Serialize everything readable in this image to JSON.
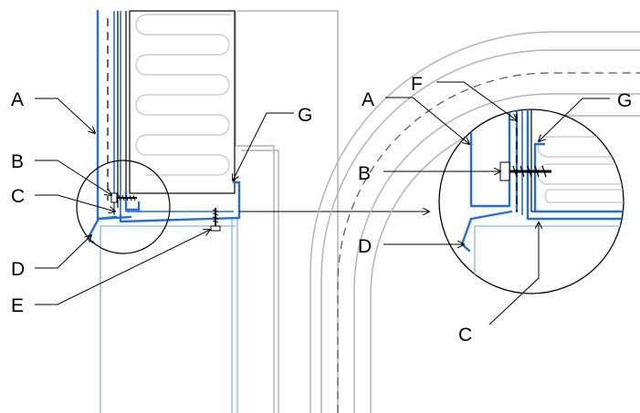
{
  "callouts_left": [
    "A",
    "B",
    "C",
    "D",
    "E",
    "G"
  ],
  "callouts_right": [
    "A",
    "F",
    "G",
    "B",
    "D",
    "C"
  ],
  "colors": {
    "flashing_blue": "#1f6fe0",
    "light_blue": "#9cc4f0",
    "outline_gray": "#b4b4b4",
    "line_black": "#000000"
  }
}
